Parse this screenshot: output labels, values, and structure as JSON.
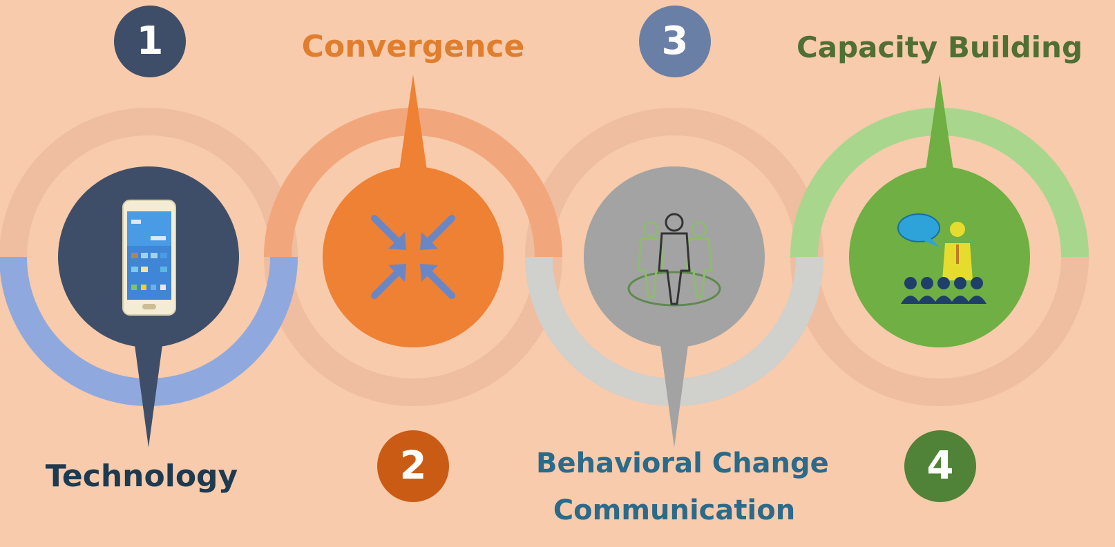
{
  "colors": {
    "background": "#f7cbab",
    "step1_circle": "#3f4e68",
    "step1_ring": "#8fa9df",
    "step1_number": "#3f4e68",
    "step1_label": "#1d3a50",
    "step2_circle": "#ee8134",
    "step2_ring": "#f1a77b",
    "step2_number": "#c95b15",
    "step2_label": "#e07e2e",
    "step3_circle": "#a3a3a3",
    "step3_ring": "#d0d0cd",
    "step3_number": "#6a7fa6",
    "step3_label": "#2b6a8a",
    "step4_circle": "#6faf43",
    "step4_ring": "#a9d68d",
    "step4_number": "#508237",
    "step4_label": "#4f6f35"
  },
  "steps": [
    {
      "number": "1",
      "label": "Technology",
      "icon": "smartphone-icon"
    },
    {
      "number": "2",
      "label": "Convergence",
      "icon": "converging-arrows-icon"
    },
    {
      "number": "3",
      "label_lines": [
        "Behavioral Change",
        "Communication"
      ],
      "icon": "people-group-icon"
    },
    {
      "number": "4",
      "label": "Capacity Building",
      "icon": "presenter-audience-icon"
    }
  ]
}
